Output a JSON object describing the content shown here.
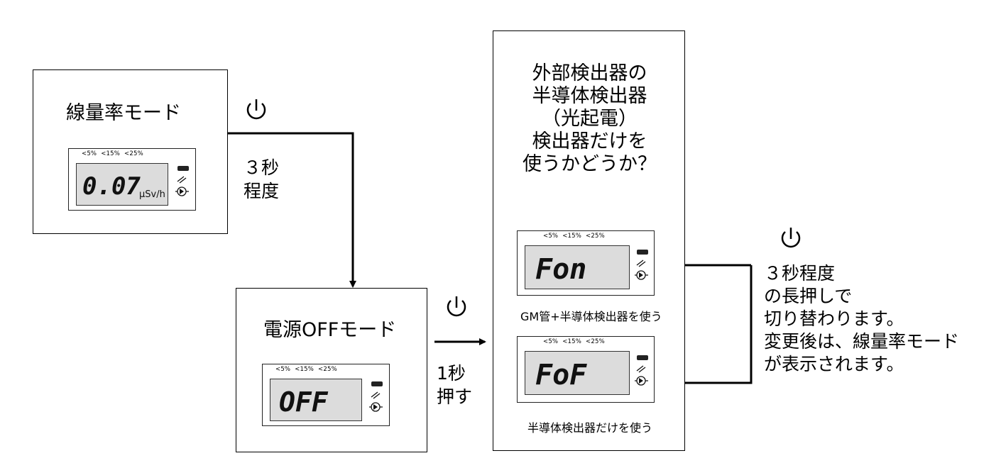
{
  "power_symbol": "power-icon",
  "dose_mode": {
    "title": "線量率モード",
    "lcd": {
      "pct_labels": [
        "<5%",
        "<15%",
        "<25%"
      ],
      "reading": "0.07",
      "unit": "μSv/h"
    }
  },
  "hold_3s": {
    "line1": "３秒",
    "line2": "程度"
  },
  "off_mode": {
    "title": "電源OFFモード",
    "lcd": {
      "pct_labels": [
        "<5%",
        "<15%",
        "<25%"
      ],
      "reading": "OFF"
    }
  },
  "press_1s": {
    "line1": "1秒",
    "line2": "押す"
  },
  "detector_panel": {
    "question": [
      "外部検出器の",
      "半導体検出器",
      "（光起電）",
      "検出器だけを",
      "使うかどうか？"
    ],
    "fon": {
      "pct_labels": [
        "<5%",
        "<15%",
        "<25%"
      ],
      "reading": "Fon",
      "caption": "GM管+半導体検出器を使う"
    },
    "fof": {
      "pct_labels": [
        "<5%",
        "<15%",
        "<25%"
      ],
      "reading": "FoF",
      "caption": "半導体検出器だけを使う"
    }
  },
  "toggle_note": [
    "３秒程度",
    "の長押しで",
    "切り替わります。",
    "変更後は、線量率モード",
    "が表示されます。"
  ]
}
